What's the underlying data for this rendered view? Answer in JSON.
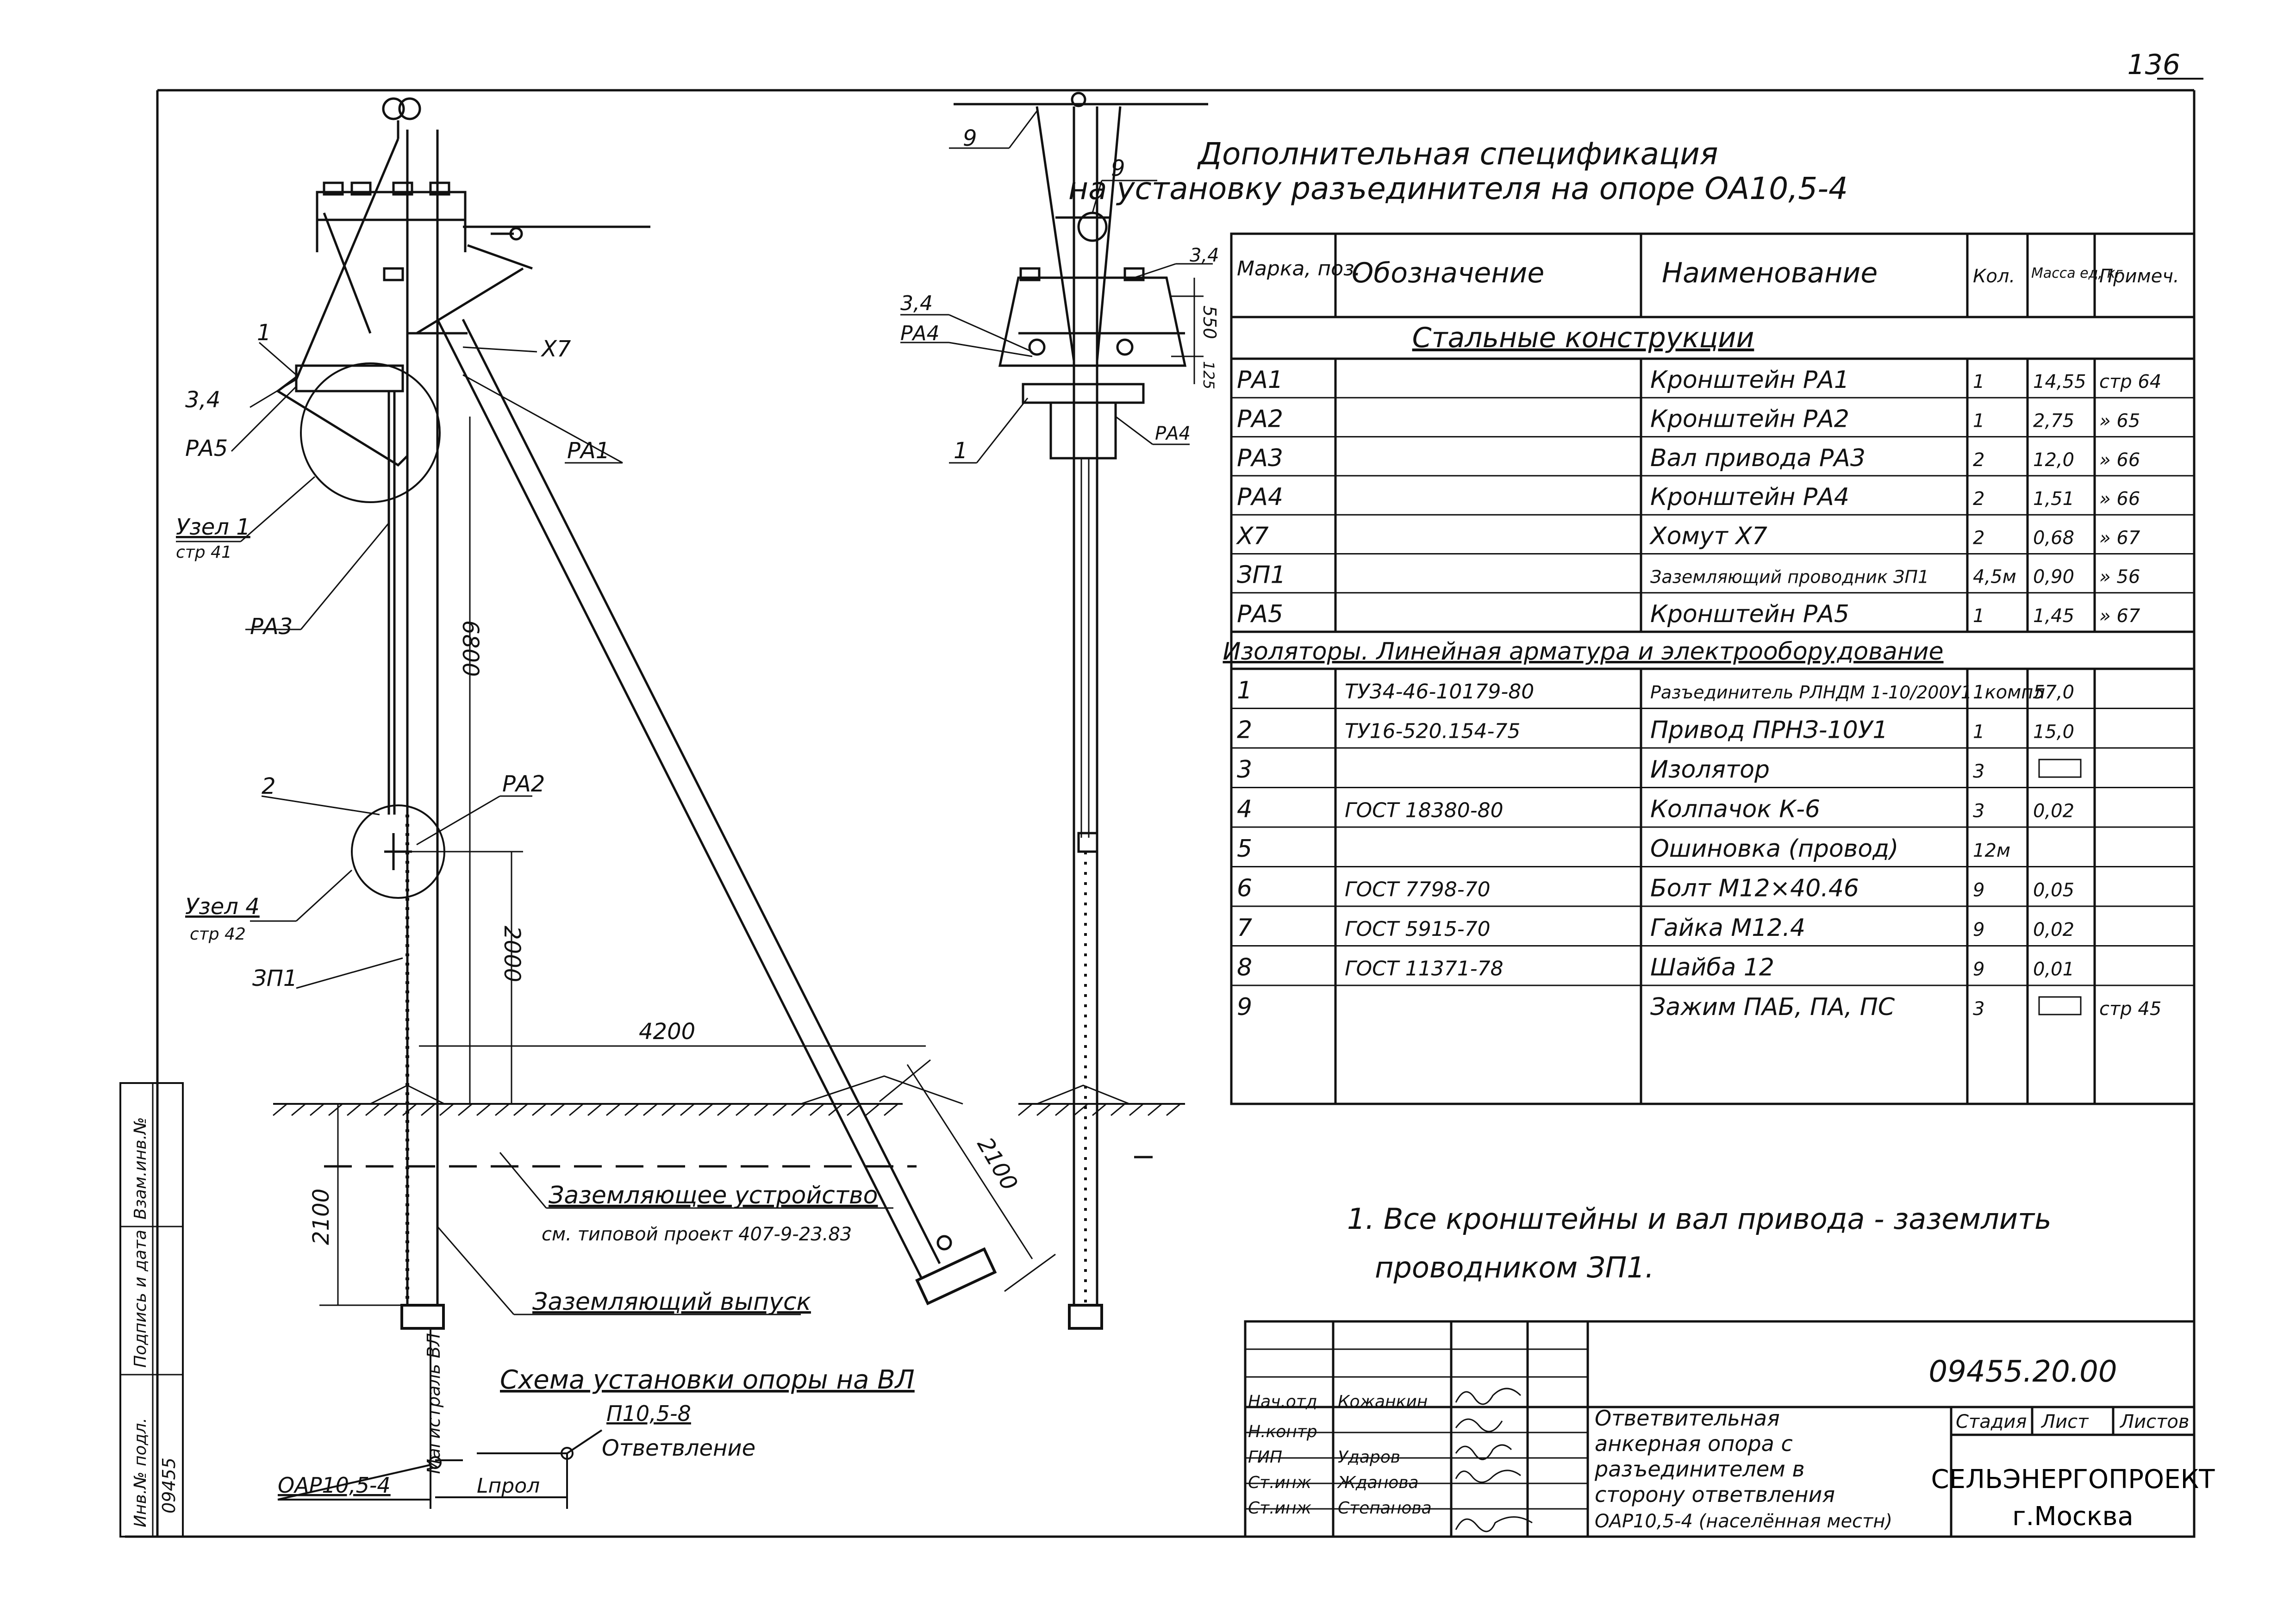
{
  "sheet": {
    "page_number": "136",
    "doc_code": "09455.20.00",
    "title_lines": [
      "Ответвительная",
      "анкерная опора с",
      "разъединителем в",
      "сторону ответвления",
      "ОАР10,5-4 (населённая местн)"
    ],
    "org_line1": "СЕЛЬЭНЕРГОПРОЕКТ",
    "org_line2": "г.Москва",
    "stage_header": "Стадия",
    "sheet_header": "Лист",
    "sheets_header": "Листов",
    "signatures": [
      {
        "role": "Нач.отд",
        "name": "Кожанкин"
      },
      {
        "role": "Н.контр",
        "name": ""
      },
      {
        "role": "ГИП",
        "name": "Ударов"
      },
      {
        "role": "Ст.инж",
        "name": "Жданова"
      },
      {
        "role": "Ст.инж",
        "name": "Степанова"
      }
    ],
    "side_stamp": {
      "cols": [
        "Инв.№ подл.",
        "Подпись и дата",
        "Взам.инв.№"
      ],
      "inv_number": "09455"
    }
  },
  "spec": {
    "title_line1": "Дополнительная спецификация",
    "title_line2": "на установку разъединителя на опоре ОА10,5-4",
    "headers": [
      "Марка, поз.",
      "Обозначение",
      "Наименование",
      "Кол.",
      "Масса ед, кг",
      "Примеч."
    ],
    "section1": "Стальные конструкции",
    "rows1": [
      {
        "mark": "РА1",
        "code": "",
        "name": "Кронштейн РА1",
        "qty": "1",
        "mass": "14,55",
        "note": "стр 64"
      },
      {
        "mark": "РА2",
        "code": "",
        "name": "Кронштейн РА2",
        "qty": "1",
        "mass": "2,75",
        "note": "» 65"
      },
      {
        "mark": "РА3",
        "code": "",
        "name": "Вал привода РА3",
        "qty": "2",
        "mass": "12,0",
        "note": "» 66"
      },
      {
        "mark": "РА4",
        "code": "",
        "name": "Кронштейн РА4",
        "qty": "2",
        "mass": "1,51",
        "note": "» 66"
      },
      {
        "mark": "Х7",
        "code": "",
        "name": "Хомут Х7",
        "qty": "2",
        "mass": "0,68",
        "note": "» 67"
      },
      {
        "mark": "ЗП1",
        "code": "",
        "name": "Заземляющий проводник ЗП1",
        "qty": "4,5м",
        "mass": "0,90",
        "note": "» 56"
      },
      {
        "mark": "РА5",
        "code": "",
        "name": "Кронштейн РА5",
        "qty": "1",
        "mass": "1,45",
        "note": "» 67"
      }
    ],
    "section2": "Изоляторы. Линейная арматура и электрооборудование",
    "rows2": [
      {
        "mark": "1",
        "code": "ТУ34-46-10179-80",
        "name": "Разъединитель РЛНДМ 1-10/200У1",
        "qty": "1компл",
        "mass": "57,0",
        "note": ""
      },
      {
        "mark": "2",
        "code": "ТУ16-520.154-75",
        "name": "Привод ПРНЗ-10У1",
        "qty": "1",
        "mass": "15,0",
        "note": ""
      },
      {
        "mark": "3",
        "code": "",
        "name": "Изолятор",
        "qty": "3",
        "mass": "",
        "note": ""
      },
      {
        "mark": "4",
        "code": "ГОСТ 18380-80",
        "name": "Колпачок К-6",
        "qty": "3",
        "mass": "0,02",
        "note": ""
      },
      {
        "mark": "5",
        "code": "",
        "name": "Ошиновка (провод)",
        "qty": "12м",
        "mass": "",
        "note": ""
      },
      {
        "mark": "6",
        "code": "ГОСТ 7798-70",
        "name": "Болт М12×40.46",
        "qty": "9",
        "mass": "0,05",
        "note": ""
      },
      {
        "mark": "7",
        "code": "ГОСТ 5915-70",
        "name": "Гайка М12.4",
        "qty": "9",
        "mass": "0,02",
        "note": ""
      },
      {
        "mark": "8",
        "code": "ГОСТ 11371-78",
        "name": "Шайба 12",
        "qty": "9",
        "mass": "0,01",
        "note": ""
      },
      {
        "mark": "9",
        "code": "",
        "name": "Зажим ПАБ, ПА, ПС",
        "qty": "3",
        "mass": "",
        "note": "стр 45"
      }
    ],
    "note": "1. Все кронштейны и вал привода - заземлить",
    "note_line2": "проводником ЗП1."
  },
  "drawing": {
    "labels_left": {
      "l1": "1",
      "l34": "3,4",
      "pa5": "РА5",
      "uzel1": "Узел 1",
      "uzel1_ref": "стр 41",
      "pa3": "РА3",
      "l2": "2",
      "uzel4": "Узел 4",
      "uzel4_ref": "стр 42",
      "zp1": "ЗП1",
      "pa1": "РА1",
      "pa2": "РА2",
      "x7": "Х7"
    },
    "dims": {
      "d6800": "6800",
      "d2000": "2000",
      "d4200": "4200",
      "d2100a": "2100",
      "d2100b": "2100",
      "d550": "550",
      "d125": "125"
    },
    "ground_device": "Заземляющее устройство",
    "ground_ref": "см. типовой проект 407-9-23.83",
    "ground_lead": "Заземляющий выпуск",
    "pole_vert": "Магистраль ВЛ",
    "labels_mid": {
      "l9a": "9",
      "l9b": "9",
      "l34": "3,4",
      "pa4a": "РА4",
      "pa4b": "РА4",
      "l1": "1",
      "d34": "3,4"
    }
  },
  "scheme": {
    "title": "Схема установки опоры на ВЛ",
    "pole1": "ОАР10,5-4",
    "pole2": "П10,5-8",
    "branch": "Ответвление",
    "span": "Lпрол"
  }
}
